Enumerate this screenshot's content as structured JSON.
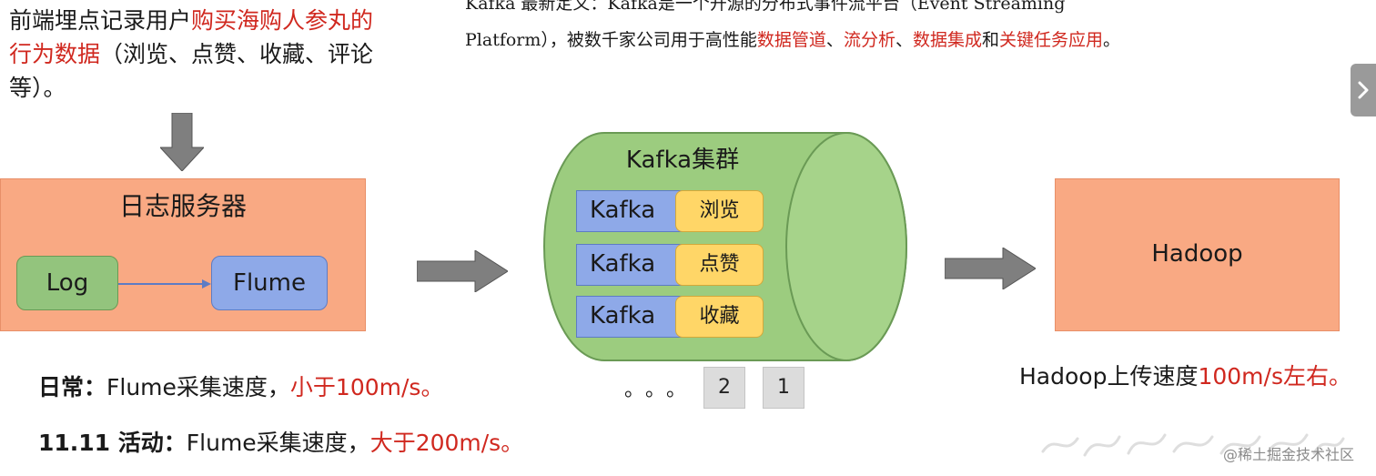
{
  "intro": {
    "text_plain_1": "前端埋点记录用户",
    "text_red_1": "购买海购人参丸的行为数据",
    "text_plain_2": "（浏览、点赞、收藏、评论等）。"
  },
  "definition": {
    "line1": "Kafka 最新定义：Kafka是一个开源的分布式事件流平台（Event Streaming",
    "line2_plain_1": "Platform），被数千家公司用于高性能",
    "line2_red_1": "数据管道",
    "line2_sep_1": "、",
    "line2_red_2": "流分析",
    "line2_sep_2": "、",
    "line2_red_3": "数据集成",
    "line2_sep_3": "和",
    "line2_red_4": "关键任务应用",
    "line2_end": "。"
  },
  "log_server": {
    "title": "日志服务器",
    "log_label": "Log",
    "flume_label": "Flume"
  },
  "kafka_cluster": {
    "title": "Kafka集群",
    "rows": [
      {
        "broker": "Kafka",
        "topic": "浏览"
      },
      {
        "broker": "Kafka",
        "topic": "点赞"
      },
      {
        "broker": "Kafka",
        "topic": "收藏"
      }
    ]
  },
  "hadoop": {
    "title": "Hadoop",
    "speed_plain": "Hadoop上传速度",
    "speed_red": "100m/s左右。"
  },
  "daily": {
    "label": "日常：",
    "plain": "Flume采集速度，",
    "red": "小于100m/s。"
  },
  "event": {
    "label": "11.11 活动：",
    "plain": "Flume采集速度，",
    "red": "大于200m/s。"
  },
  "pagination": {
    "dots": "。。。",
    "page_2": "2",
    "page_1": "1"
  },
  "watermark": {
    "site": "@稀土掘金技术社区"
  },
  "colors": {
    "accent_red": "#d0281f",
    "orange_box": "#f9a983",
    "green_cylinder": "#9ccc7f",
    "blue_box": "#8ea9e8",
    "yellow_tag": "#ffd667",
    "arrow_gray": "#7f7f7f"
  },
  "icons": {
    "next": "chevron-right-icon",
    "arrows": "block-arrow-icon"
  }
}
